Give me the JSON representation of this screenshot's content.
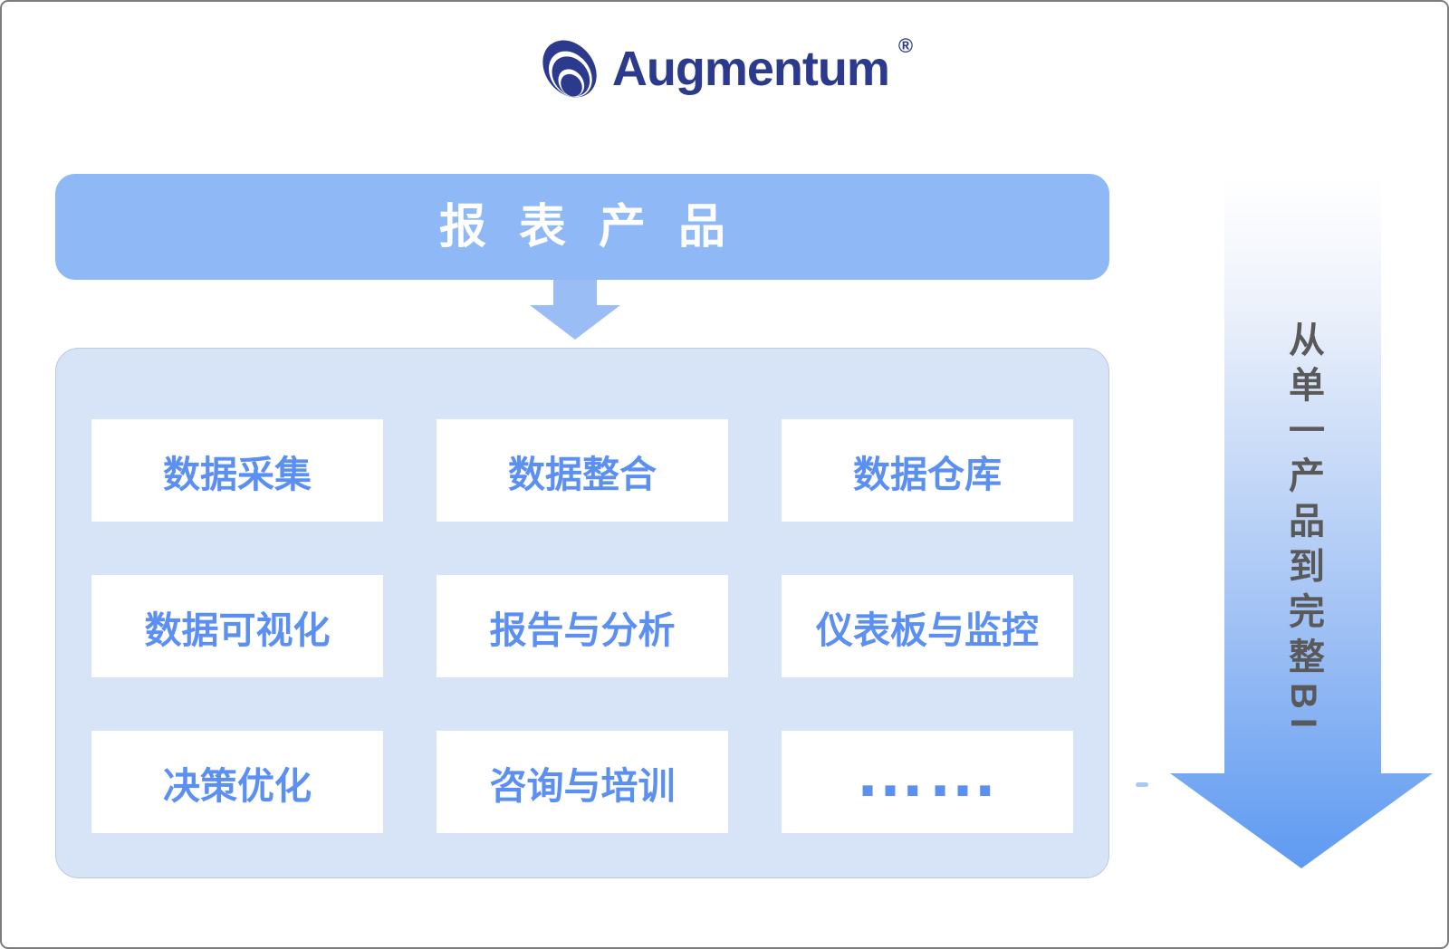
{
  "logo": {
    "text": "Augmentum",
    "registered_mark": "®",
    "brand_color": "#2b3a8d",
    "icon": "nested-crescents-swirl-icon"
  },
  "title_bar": {
    "label": "报表产品",
    "background_color": "#8fb8f7",
    "text_color": "#ffffff"
  },
  "connector": {
    "type": "down-arrow",
    "color": "#9bbdf6"
  },
  "products": {
    "panel_background": "#d7e3f7",
    "cell_background": "#ffffff",
    "cell_text_color": "#5b8ff2",
    "cells": [
      {
        "label": "数据采集"
      },
      {
        "label": "数据整合"
      },
      {
        "label": "数据仓库"
      },
      {
        "label": "数据可视化"
      },
      {
        "label": "报告与分析"
      },
      {
        "label": "仪表板与监控"
      },
      {
        "label": "决策优化"
      },
      {
        "label": "咨询与培训"
      },
      {
        "label": "……"
      }
    ]
  },
  "progression_arrow": {
    "label": "从单一产品到完整BI",
    "direction": "down",
    "gradient_top_color": "#ffffff",
    "gradient_bottom_color": "#5e9af1",
    "text_color": "#595959"
  }
}
